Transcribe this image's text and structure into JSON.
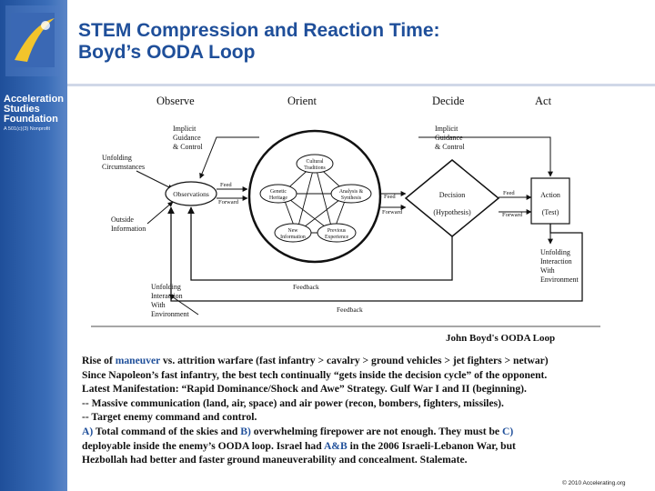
{
  "sidebar": {
    "org_line1": "Acceleration",
    "org_line2": "Studies",
    "org_line3": "Foundation",
    "org_sub": "A 501(c)(3) Nonprofit"
  },
  "title_line1": "STEM Compression and Reaction Time:",
  "title_line2": "Boyd’s OODA Loop",
  "diagram": {
    "phase_observe": "Observe",
    "phase_orient": "Orient",
    "phase_decide": "Decide",
    "phase_act": "Act",
    "implicit_orient_1": "Implicit",
    "implicit_orient_2": "Guidance",
    "implicit_orient_3": "& Control",
    "implicit_decide_1": "Implicit",
    "implicit_decide_2": "Guidance",
    "implicit_decide_3": "& Control",
    "unfolding_circ_1": "Unfolding",
    "unfolding_circ_2": "Circumstances",
    "observations": "Observations",
    "outside_info_1": "Outside",
    "outside_info_2": "Information",
    "feed_1": "Feed",
    "forward_1": "Forward",
    "cultural_1": "Cultural",
    "cultural_2": "Traditions",
    "genetic_1": "Genetic",
    "genetic_2": "Heritage",
    "analysis_1": "Analysis &",
    "analysis_2": "Synthesis",
    "new_info_1": "New",
    "new_info_2": "Information",
    "previous_1": "Previous",
    "previous_2": "Experience",
    "feed_2": "Feed",
    "forward_2": "Forward",
    "decision": "Decision",
    "hypothesis": "(Hypothesis)",
    "feed_3": "Feed",
    "forward_3": "Forward",
    "action": "Action",
    "test": "(Test)",
    "unfolding_env_1": "Unfolding",
    "unfolding_env_2": "Interaction",
    "unfolding_env_3": "With",
    "unfolding_env_4": "Environment",
    "unfolding_left_1": "Unfolding",
    "unfolding_left_2": "Interaction",
    "unfolding_left_3": "With",
    "unfolding_left_4": "Environment",
    "feedback_1": "Feedback",
    "feedback_2": "Feedback",
    "caption": "John Boyd's  OODA  Loop"
  },
  "body": {
    "l1_a": "Rise of ",
    "l1_b": "maneuver",
    "l1_c": " vs. attrition warfare (fast infantry > cavalry > ground vehicles > jet fighters > netwar)",
    "l2": "Since Napoleon’s fast infantry, the best tech continually “gets inside the decision cycle” of the opponent.",
    "l3": "Latest Manifestation: “Rapid Dominance/Shock and Awe” Strategy. Gulf War I and II (beginning).",
    "l4": "-- Massive communication (land, air, space) and air power (recon, bombers, fighters, missiles).",
    "l5": "-- Target enemy command and control.",
    "l6_a": "A)",
    "l6_b": " Total command of the skies and ",
    "l6_c": "B)",
    "l6_d": " overwhelming firepower are not enough. They must be ",
    "l6_e": "C)",
    "l7_a": "deployable inside the enemy’s OODA loop. Israel had ",
    "l7_b": "A&B",
    "l7_c": " in the 2006 Israeli-Lebanon War, but",
    "l8": "Hezbollah had better and faster ground maneuverability and concealment. Stalemate."
  },
  "copyright": "© 2010 Accelerating.org",
  "colors": {
    "brand_blue": "#1f4f9a",
    "sidebar_light": "#5b86c7",
    "logo_yellow": "#f2c42c"
  }
}
